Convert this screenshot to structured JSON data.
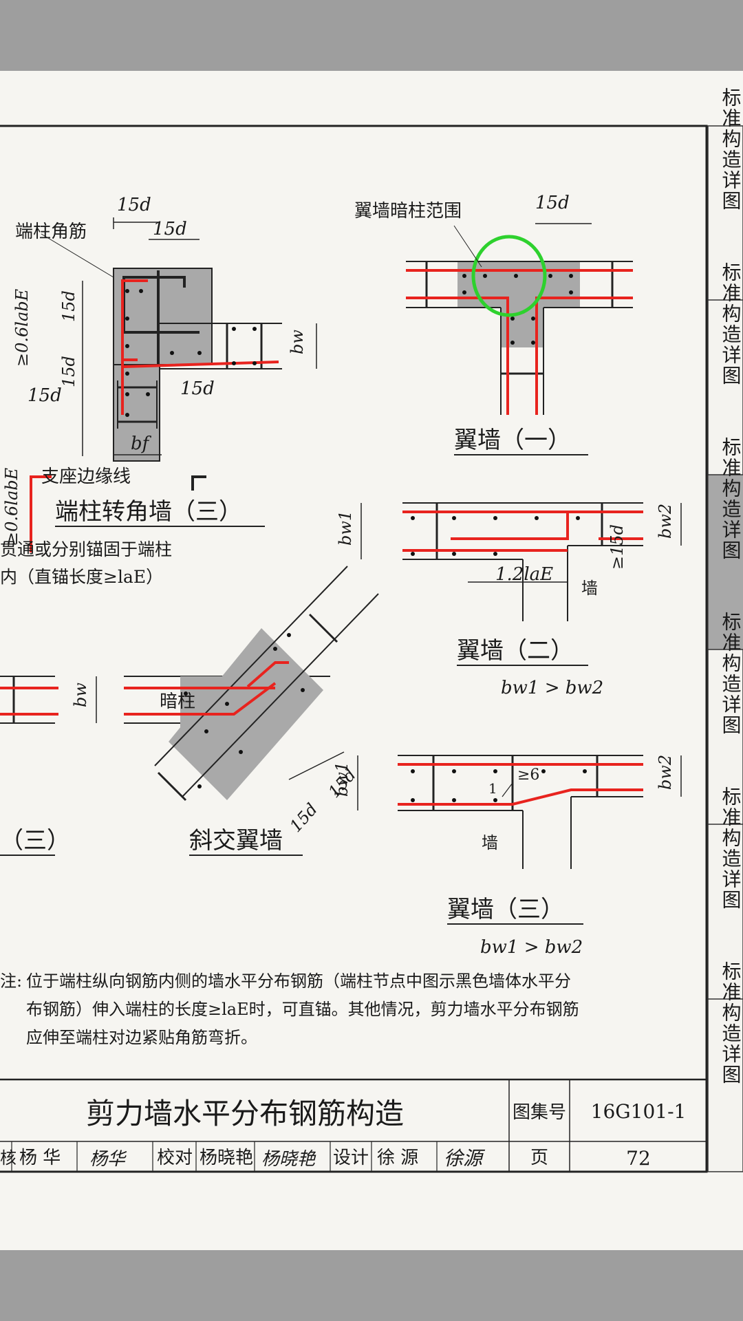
{
  "side_tabs": [
    {
      "label": "标准构造详图",
      "active": false
    },
    {
      "label": "标准构造详图",
      "active": false
    },
    {
      "label": "标准构造详图",
      "active": true
    },
    {
      "label": "标准构造详图",
      "active": false
    },
    {
      "label": "标准构造详图",
      "active": false
    },
    {
      "label": "标准构造详图",
      "active": false
    }
  ],
  "diagrams": {
    "end_corner": {
      "title": "端柱转角墙（三）",
      "label_corner_bar": "端柱角筋",
      "dim_15d": "15d",
      "dim_06labE": "≥0.6labE",
      "dim_bw": "bw",
      "dim_bf": "bf",
      "label_support": "支座边缘线"
    },
    "left_note": {
      "line1": "贯通或分别锚固于端柱",
      "line2": "内（直锚长度≥laE）"
    },
    "left_partial": {
      "title": "（三）",
      "dim_bw": "bw"
    },
    "oblique": {
      "title": "斜交翼墙",
      "label_hidden_col": "暗柱",
      "dim_15d": "15d"
    },
    "wing1": {
      "title": "翼墙（一）",
      "label_range": "翼墙暗柱范围",
      "dim_15d": "15d"
    },
    "wing2": {
      "title": "翼墙（二）",
      "condition": "bw1 > bw2",
      "dim_bw1": "bw1",
      "dim_bw2": "bw2",
      "dim_12lae": "1.2laE",
      "dim_15d": "≥15d",
      "label_wall": "墙"
    },
    "wing3": {
      "title": "翼墙（三）",
      "condition": "bw1 > bw2",
      "dim_bw1": "bw1",
      "dim_bw2": "bw2",
      "slope_6": "≥6",
      "slope_1": "1",
      "label_wall": "墙"
    }
  },
  "note": {
    "prefix": "注:",
    "line1": "位于端柱纵向钢筋内侧的墙水平分布钢筋（端柱节点中图示黑色墙体水平分",
    "line2": "布钢筋）伸入端柱的长度≥laE时，可直锚。其他情况，剪力墙水平分布钢筋",
    "line3": "应伸至端柱对边紧贴角筋弯折。"
  },
  "title_block": {
    "title": "剪力墙水平分布钢筋构造",
    "atlas_label": "图集号",
    "atlas_no": "16G101-1",
    "review_label": "核",
    "reviewer": "杨 华",
    "check_label": "校对",
    "checker": "杨晓艳",
    "design_label": "设计",
    "designer": "徐 源",
    "page_label": "页",
    "page_no": "72",
    "sig_reviewer": "杨华",
    "sig_checker": "杨晓艳",
    "sig_designer": "徐源"
  },
  "colors": {
    "rebar_red": "#e8231e",
    "column_fill": "#a9a9a9",
    "highlight_green": "#2ed12e",
    "tab_active": "#a8a8a8"
  }
}
